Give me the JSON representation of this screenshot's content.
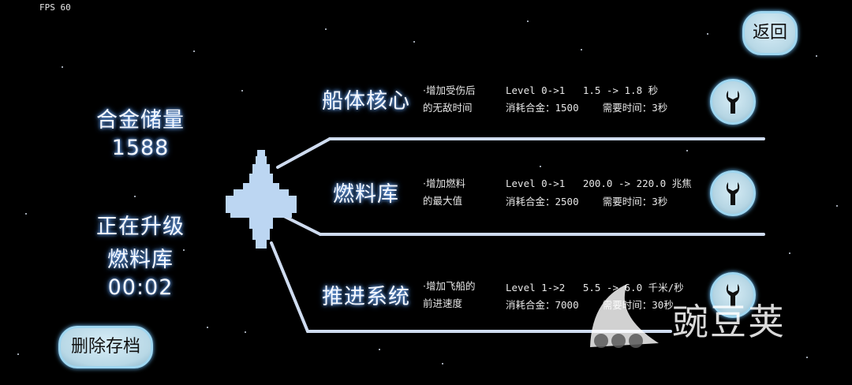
{
  "hud": {
    "fps_label": "FPS  60"
  },
  "left_panel": {
    "alloy_title": "合金储量",
    "alloy_value": "1588",
    "status_title": "正在升级",
    "status_module": "燃料库",
    "status_timer": "00:02"
  },
  "buttons": {
    "back": "返回",
    "delete_save": "删除存档"
  },
  "modules": [
    {
      "name": "船体核心",
      "desc1": "·增加受伤后",
      "desc2": "的无敌时间",
      "level": "Level 0->1   1.5 -> 1.8 秒",
      "cost": "消耗合金：1500    需要时间：3秒"
    },
    {
      "name": "燃料库",
      "desc1": "·增加燃料",
      "desc2": "的最大值",
      "level": "Level 0->1   200.0 -> 220.0 兆焦",
      "cost": "消耗合金：2500    需要时间：3秒"
    },
    {
      "name": "推进系统",
      "desc1": "·增加飞船的",
      "desc2": "前进速度",
      "level": "Level 1->2   5.5 -> 6.0 千米/秒",
      "cost": "消耗合金：7000    需要时间：30秒"
    }
  ],
  "icons": {
    "upgrade": "wrench-icon",
    "ship": "pixel-ship-icon"
  },
  "colors": {
    "ship": "#bcd6f2",
    "glow": "#6fc3ff",
    "button_fill": "#c4e0ec"
  },
  "watermark": {
    "text": "豌豆荚"
  }
}
